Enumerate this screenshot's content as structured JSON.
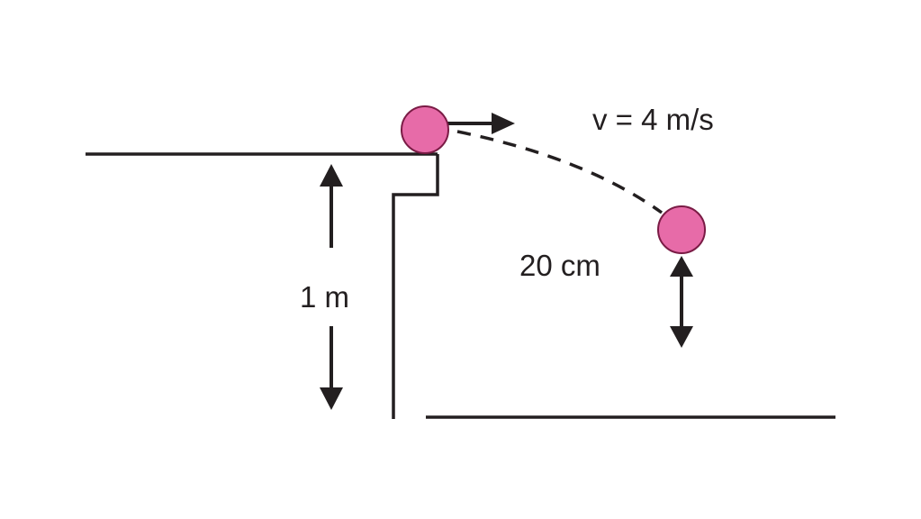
{
  "diagram": {
    "velocity_label": "v = 4 m/s",
    "height_label": "1 m",
    "drop_label": "20 cm",
    "colors": {
      "ball_fill": "#e76ba8",
      "ball_stroke": "#7a1b45",
      "line": "#231f20"
    }
  }
}
